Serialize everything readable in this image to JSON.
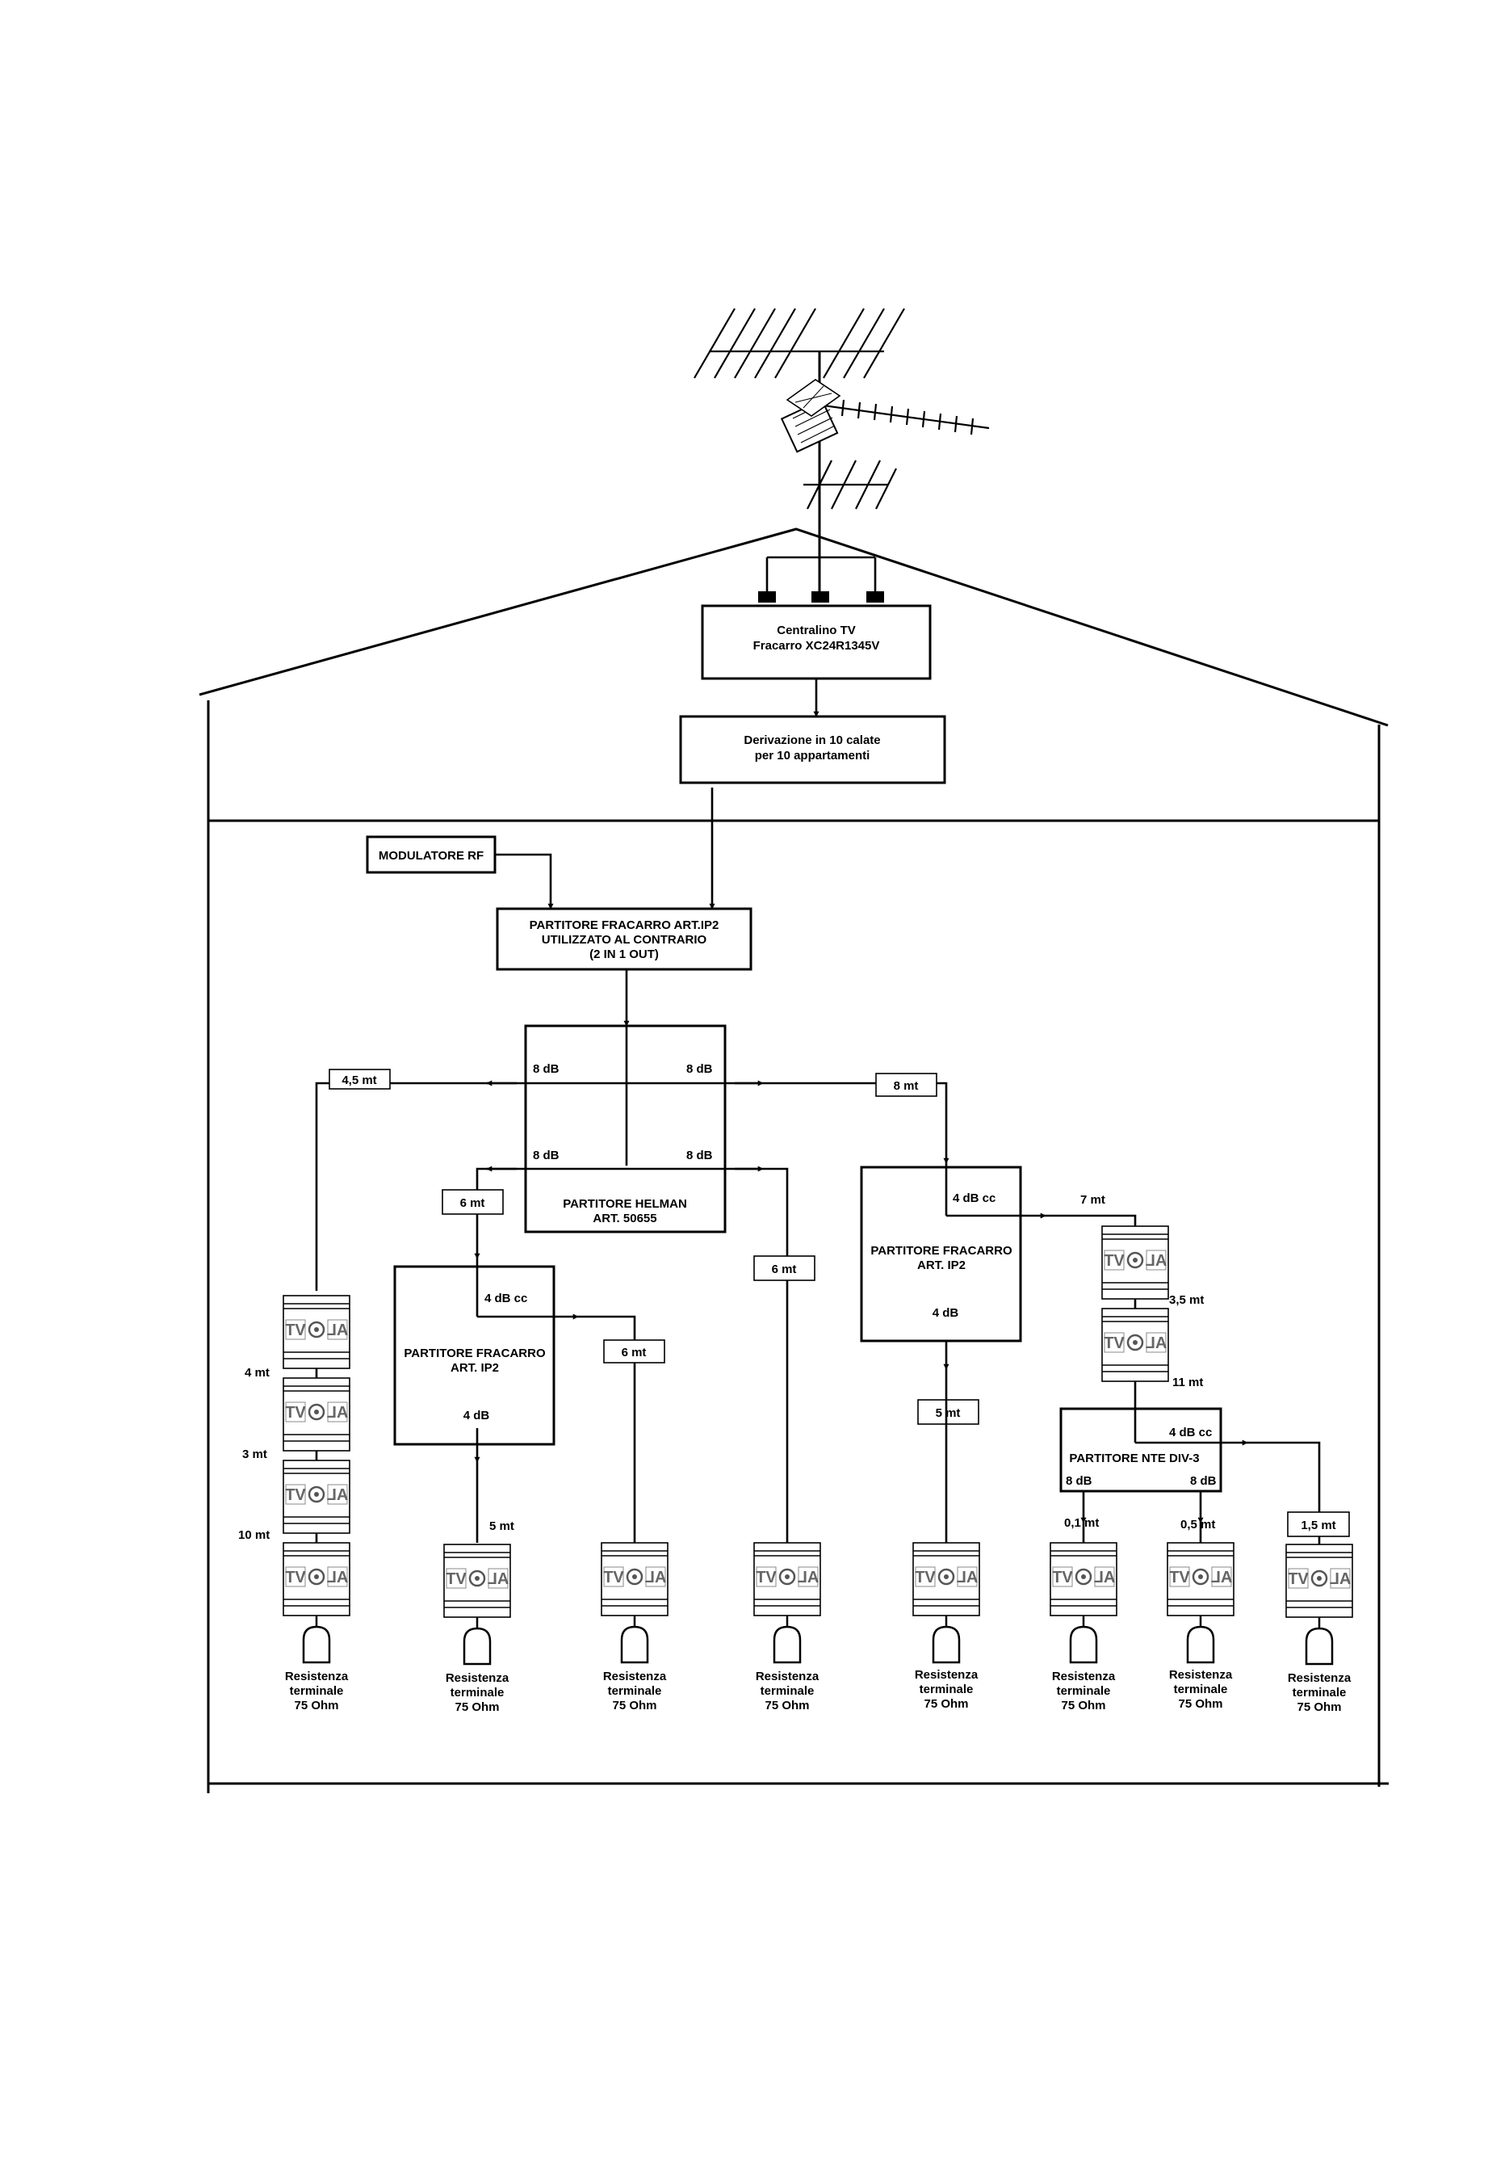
{
  "headend": {
    "centralino_line1": "Centralino TV",
    "centralino_line2": "Fracarro XC24R1345V",
    "derivazione_line1": "Derivazione in 10 calate",
    "derivazione_line2": "per 10 appartamenti"
  },
  "modulator": {
    "label": "MODULATORE RF"
  },
  "combiner": {
    "line1": "PARTITORE FRACARRO ART.IP2",
    "line2": "UTILIZZATO AL CONTRARIO",
    "line3": "(2 IN 1 OUT)"
  },
  "helman": {
    "line1": "PARTITORE HELMAN",
    "line2": "ART. 50655",
    "port_top_left": "8 dB",
    "port_top_right": "8 dB",
    "port_bottom_left": "8 dB",
    "port_bottom_right": "8 dB"
  },
  "splitter_left": {
    "line1": "PARTITORE FRACARRO",
    "line2": "ART. IP2",
    "in_label": "4 dB cc",
    "out_label": "4 dB"
  },
  "splitter_right": {
    "line1": "PARTITORE FRACARRO",
    "line2": "ART. IP2",
    "in_label": "4 dB cc",
    "out_label": "4 dB"
  },
  "splitter_nte": {
    "line1": "PARTITORE NTE DIV-3",
    "in_label": "4 dB cc",
    "out_left": "8 dB",
    "out_right": "8 dB"
  },
  "cables": {
    "c_4_5": "4,5 mt",
    "c_8": "8 mt",
    "c_6a": "6 mt",
    "c_6b": "6 mt",
    "c_6c": "6 mt",
    "c_5_box": "5  mt",
    "c_1_5": "1,5  mt"
  },
  "distances": {
    "d_4": "4 mt",
    "d_3": "3 mt",
    "d_10": "10 mt",
    "d_5": "5 mt",
    "d_7": "7 mt",
    "d_3_5": "3,5 mt",
    "d_11": "11 mt",
    "d_0_1": "0,1 mt",
    "d_0_5": "0,5 mt"
  },
  "outlet": {
    "logo_left": "TV",
    "logo_right": "AL"
  },
  "terminator": {
    "line1": "Resistenza",
    "line2": "terminale",
    "line3": "75 Ohm"
  }
}
